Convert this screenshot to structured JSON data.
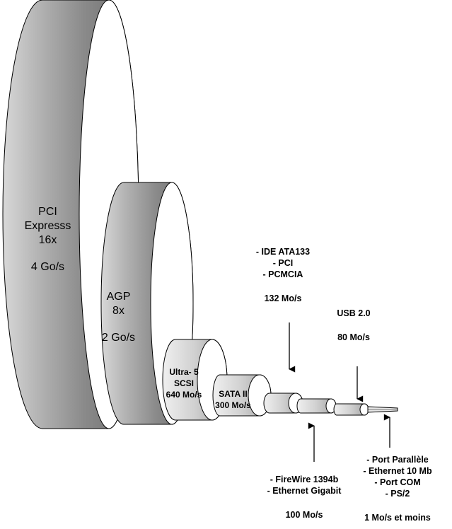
{
  "interfaces": [
    {
      "id": "pci-express",
      "name_lines": [
        "PCI",
        "Expresss",
        "16x"
      ],
      "rate": "4 Go/s"
    },
    {
      "id": "agp",
      "name_lines": [
        "AGP",
        "8x"
      ],
      "rate": "2 Go/s"
    },
    {
      "id": "ultra5-scsi",
      "name_lines": [
        "Ultra- 5",
        "SCSI"
      ],
      "rate": "640 Mo/s"
    },
    {
      "id": "sata2",
      "name_lines": [
        "SATA II"
      ],
      "rate": "300 Mo/s"
    },
    {
      "id": "ide-group",
      "name_lines": [
        "- IDE ATA133",
        "- PCI",
        "- PCMCIA"
      ],
      "rate": "132 Mo/s"
    },
    {
      "id": "firewire-group",
      "name_lines": [
        "- FireWire 1394b",
        "- Ethernet Gigabit"
      ],
      "rate": "100 Mo/s"
    },
    {
      "id": "usb2",
      "name_lines": [
        "USB 2.0"
      ],
      "rate": "80 Mo/s"
    },
    {
      "id": "legacy-group",
      "name_lines": [
        "- Port Parallèle",
        "- Ethernet 10 Mb",
        "- Port COM",
        "- PS/2"
      ],
      "rate": "1 Mo/s et moins"
    }
  ],
  "colors": {
    "cylinder_light": "#e6e6e6",
    "cylinder_dark": "#6a6a6a",
    "outline": "#000000",
    "face": "#ffffff"
  }
}
